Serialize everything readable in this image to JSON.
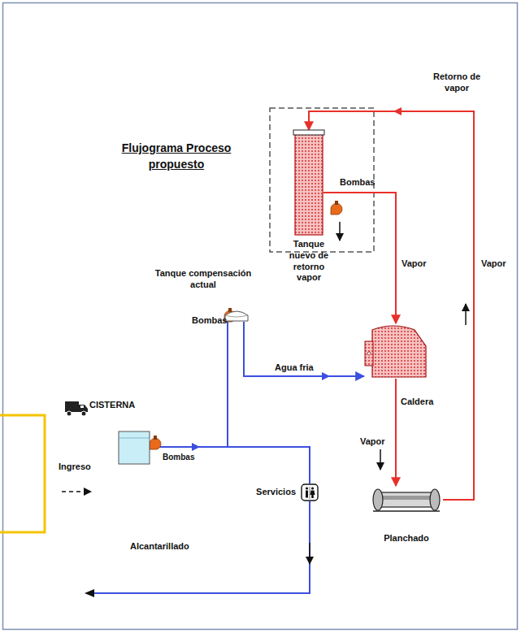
{
  "diagram": {
    "title": "Flujograma Proceso propuesto",
    "nodes": [
      {
        "text": [
          "Tanque nuevo de retorno vapor"
        ]
      },
      {
        "text": [
          "Tanque compensación actual"
        ]
      },
      {
        "text": [
          "Caldera"
        ]
      },
      {
        "text": [
          "Planchado"
        ]
      },
      {
        "text": [
          "CISTERNA"
        ]
      },
      {
        "text": [
          "Servicios"
        ]
      }
    ],
    "edges": [
      {
        "from": 4,
        "to": 1,
        "arrow": "none"
      },
      {
        "from": 4,
        "to": 5,
        "arrow": "none"
      },
      {
        "from": 1,
        "to": 2,
        "label": "Agua fria",
        "arrow": "to"
      },
      {
        "from": 0,
        "to": 2,
        "label": "Vapor",
        "arrow": "to"
      },
      {
        "from": 2,
        "to": 3,
        "label": "Vapor",
        "arrow": "to"
      },
      {
        "from": 3,
        "to": 0,
        "label": "Vapor",
        "arrow": "to"
      }
    ],
    "labels": [
      "Retorno de vapor",
      "Bombas",
      "Bombas",
      "Bombas",
      "Ingreso",
      "Alcantarillado"
    ]
  }
}
